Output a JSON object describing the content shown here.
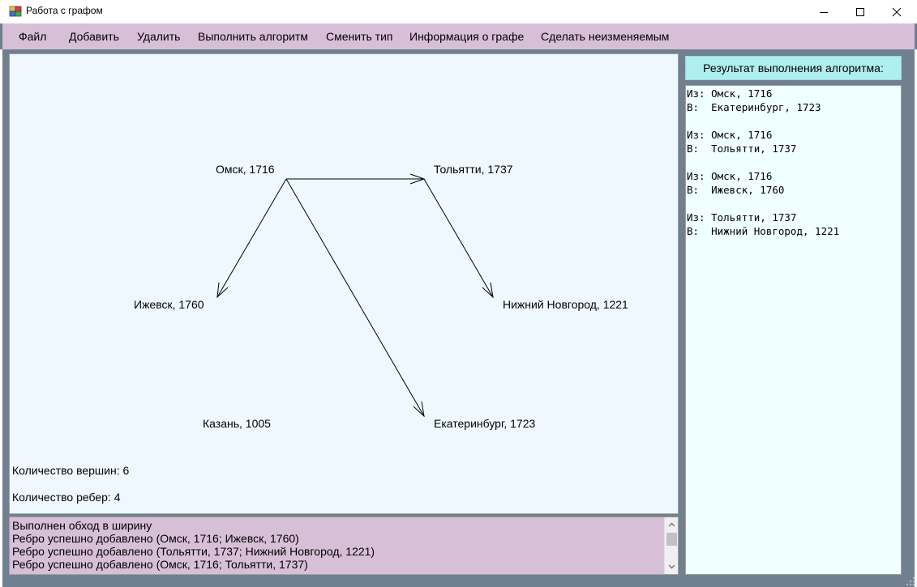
{
  "window": {
    "title": "Работа с графом",
    "controls": [
      "minimize-icon",
      "maximize-icon",
      "close-icon"
    ]
  },
  "menu": {
    "items": [
      "Файл",
      "Добавить",
      "Удалить",
      "Выполнить алгоритм",
      "Сменить тип",
      "Информация о графе",
      "Сделать неизменяемым"
    ]
  },
  "graph": {
    "nodes": [
      {
        "label": "Омск, 1716"
      },
      {
        "label": "Тольятти, 1737"
      },
      {
        "label": "Ижевск, 1760"
      },
      {
        "label": "Нижний Новгород, 1221"
      },
      {
        "label": "Казань, 1005"
      },
      {
        "label": "Екатеринбург, 1723"
      }
    ],
    "vertex_count_label": "Количество вершин: 6",
    "edge_count_label": "Количество ребер: 4"
  },
  "log": {
    "lines": [
      "Выполнен обход в ширину",
      "Ребро успешно добавлено (Омск, 1716; Ижевск, 1760)",
      "Ребро успешно добавлено (Тольятти, 1737; Нижний Новгород, 1221)",
      "Ребро успешно добавлено (Омск, 1716; Тольятти, 1737)"
    ]
  },
  "result": {
    "header": "Результат выполнения алгоритма:",
    "lines": [
      "Из: Омск, 1716",
      "В:  Екатеринбург, 1723",
      "",
      "Из: Омск, 1716",
      "В:  Тольятти, 1737",
      "",
      "Из: Омск, 1716",
      "В:  Ижевск, 1760",
      "",
      "Из: Тольятти, 1737",
      "В:  Нижний Новгород, 1221"
    ]
  },
  "colors": {
    "background": "#708090",
    "menu": "#d8bfd8",
    "canvas": "#f0f8ff",
    "result_header": "#afeeee",
    "result_box": "#f0ffff"
  }
}
